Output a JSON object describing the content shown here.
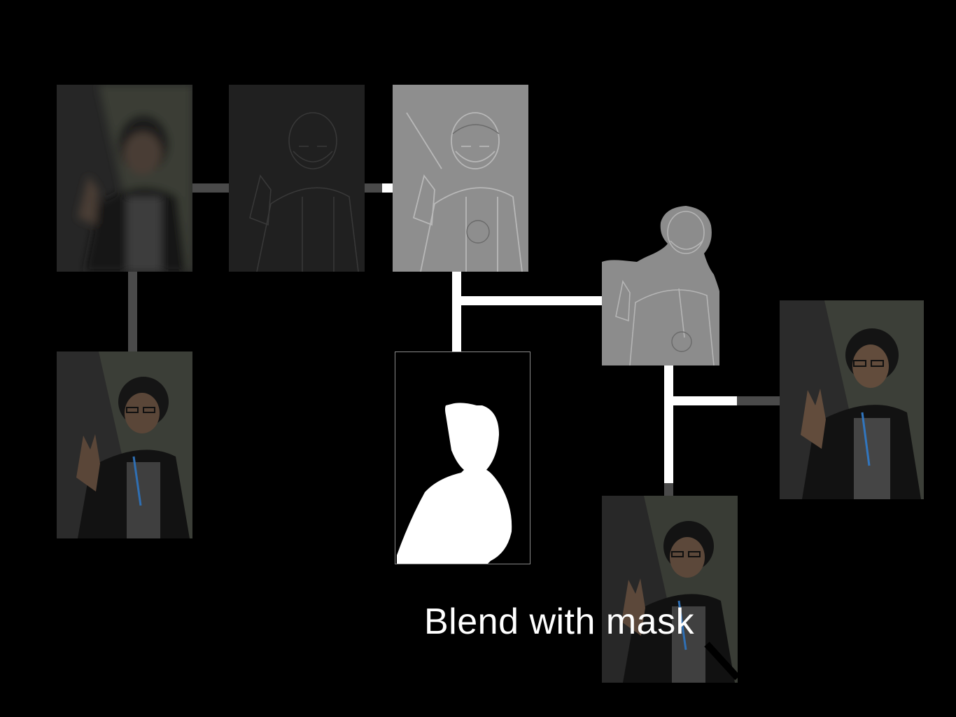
{
  "slide": {
    "caption": "Blend with mask",
    "background_color": "#000000"
  },
  "nodes": [
    {
      "name": "blurred-photo-node",
      "kind": "photo-blurred"
    },
    {
      "name": "difference-photo-node",
      "kind": "photo-dark-relief"
    },
    {
      "name": "amplified-detail-node",
      "kind": "photo-gray-relief"
    },
    {
      "name": "original-photo-node",
      "kind": "photo"
    },
    {
      "name": "mask-node",
      "kind": "mask"
    },
    {
      "name": "masked-detail-node",
      "kind": "photo-gray-relief-cutout"
    },
    {
      "name": "result-photo-node",
      "kind": "photo"
    },
    {
      "name": "output-photo-node",
      "kind": "photo"
    }
  ],
  "colors": {
    "active_connector": "#ffffff",
    "inactive_connector": "#4a4a4a",
    "mask_fill": "#ffffff",
    "relief_gray": "#8e8e8e"
  }
}
